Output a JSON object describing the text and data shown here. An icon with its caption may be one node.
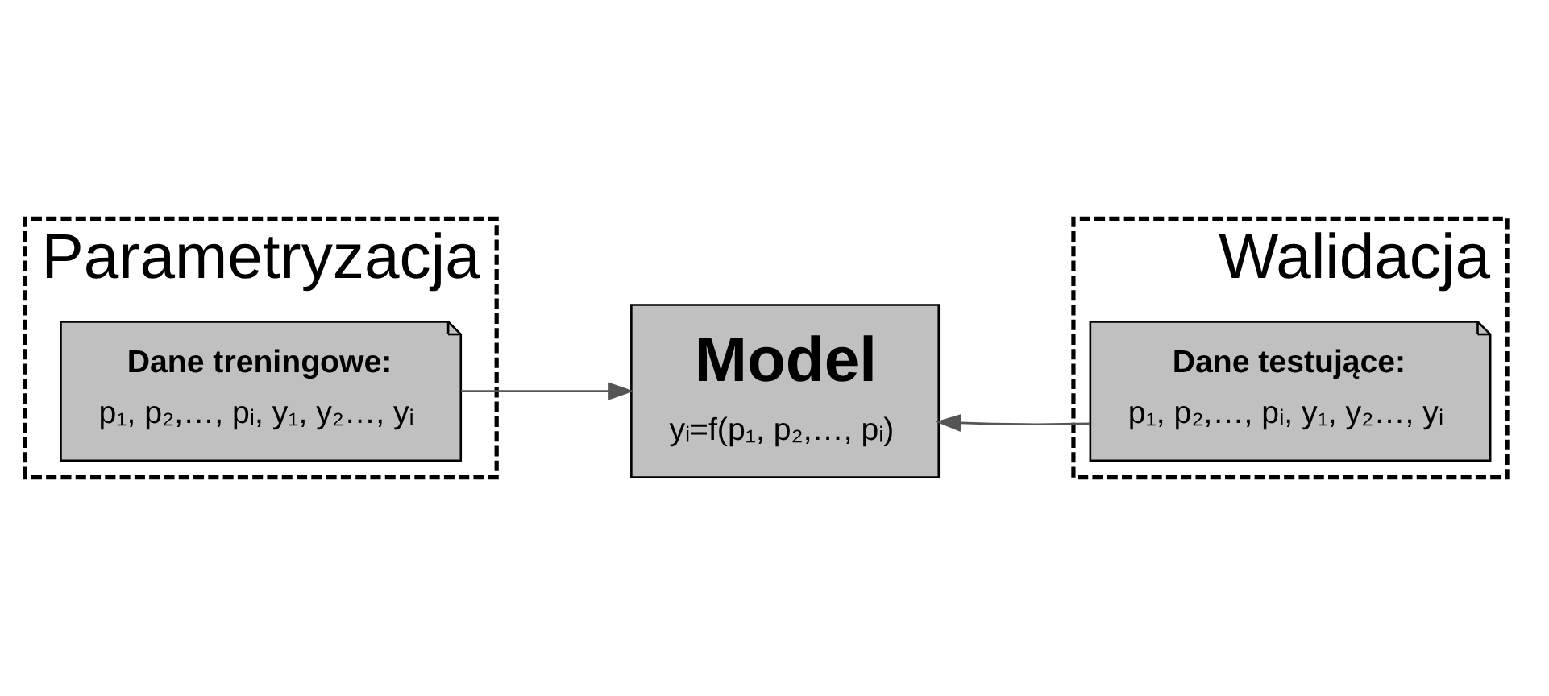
{
  "diagram": {
    "nodes": [
      {
        "text": [
          "Parametryzacja"
        ]
      },
      {
        "text": [
          "Dane treningowe:",
          "p₁, p₂,…, pᵢ, y₁, y₂…, yᵢ"
        ],
        "in": 0
      },
      {
        "text": [
          "Walidacja"
        ]
      },
      {
        "text": [
          "Dane testujące:",
          "p₁, p₂,…, pᵢ, y₁, y₂…, yᵢ"
        ],
        "in": 2
      },
      {
        "text": [
          "Model",
          "yᵢ=f(p₁, p₂,…, pᵢ)"
        ]
      }
    ],
    "edges": [
      {
        "from": 1,
        "to": 4,
        "arrow": "to"
      },
      {
        "from": 3,
        "to": 4,
        "arrow": "to"
      }
    ]
  }
}
